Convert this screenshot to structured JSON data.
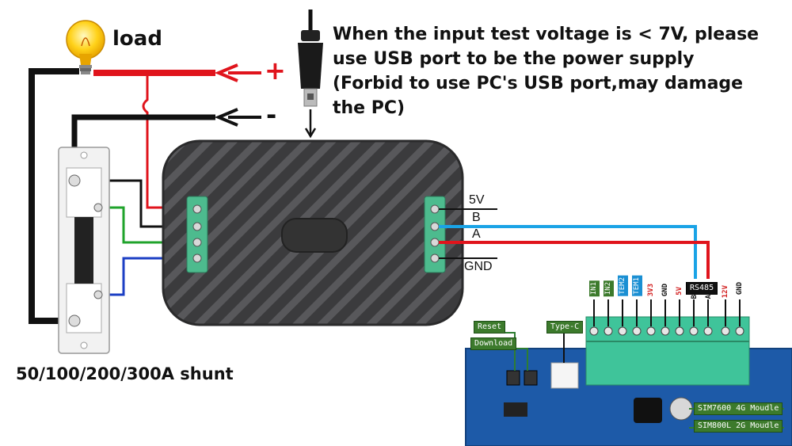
{
  "note": {
    "line1": "When the input test voltage is < 7V, please",
    "line2": "use USB port to be the power supply",
    "line3": "(Forbid to use PC's USB port,may damage",
    "line4": "the PC)"
  },
  "load_label": "load",
  "shunt_label": "50/100/200/300A shunt",
  "polarity": {
    "plus": "+",
    "minus": "-"
  },
  "module_pins": {
    "v5": "5V",
    "b": "B",
    "a": "A",
    "gnd": "GND"
  },
  "board": {
    "reset": "Reset",
    "download": "Download",
    "type_c": "Type-C",
    "rs485": "RS485",
    "terminals": [
      "IN1",
      "IN2",
      "TEM2",
      "TEM1",
      "3V3",
      "GND",
      "5V",
      "B",
      "A",
      "12V",
      "GND"
    ],
    "sim7600": "SIM7600 4G Moudle",
    "sim800l": "SIM800L 2G Moudle"
  },
  "colors": {
    "wire_red": "#e0141c",
    "wire_black": "#111111",
    "wire_green": "#1fa32b",
    "wire_blue": "#1c3fc4",
    "wire_cyan": "#1aa3e6",
    "pcb": "#1d5aa8",
    "terminal": "#3fc49a",
    "module": "#3d3d3f"
  },
  "icons": [
    "light-bulb-icon",
    "usb-plug-icon",
    "arrow-left-icon",
    "arrow-down-icon"
  ]
}
